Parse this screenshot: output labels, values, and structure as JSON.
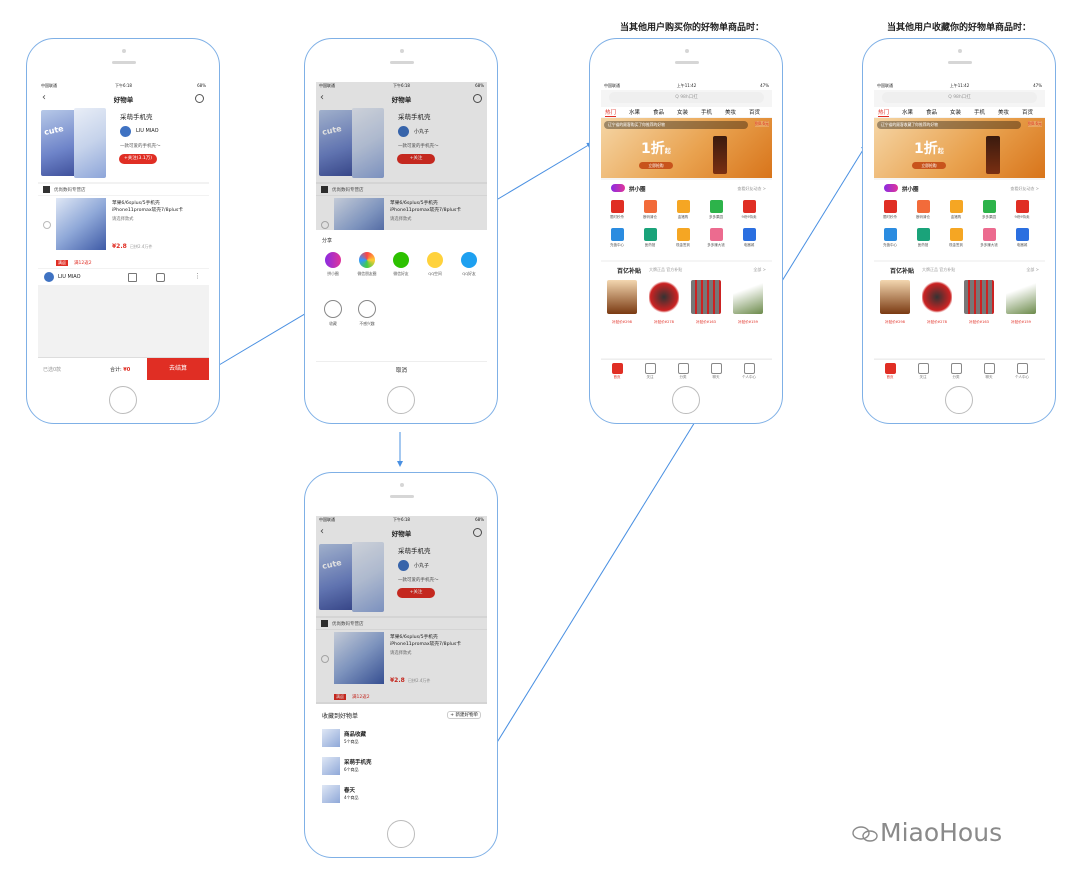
{
  "captions": {
    "purchase": "当其他用户购买你的好物单商品时：",
    "collect": "当其他用户收藏你的好物单商品时："
  },
  "status": {
    "carrier": "中国联通",
    "time_a": "下午6:18",
    "battery_a": "68%",
    "time_b": "上午11:42",
    "battery_b": "47%"
  },
  "list": {
    "title": "好物单",
    "name": "采萌手机壳",
    "user": "LIU MIAO",
    "desc": "一款可爱的手机壳～",
    "follow": "+关注(3.1万)",
    "cover_text": "cute",
    "shop": "优尚数码专营店",
    "item_l1": "苹果6/6splus/5手机壳",
    "item_l2": "iPhone11promax软壳7/8plus卡",
    "item_l3": "请选择款式",
    "price": "¥2.8",
    "sold": "已拼2.4万件",
    "promo_tag": "满返",
    "promo_text": "满12返2",
    "row_user": "LIU MIAO",
    "selected": "已选0款",
    "total_label": "合计:",
    "total": "¥0",
    "pay": "去结算"
  },
  "list_b": {
    "user": "小丸子",
    "follow": "+关注"
  },
  "share": {
    "title": "分享",
    "options": [
      "拼小圈",
      "微信朋友圈",
      "微信好友",
      "QQ空间",
      "QQ好友"
    ],
    "more": [
      "收藏",
      "不感兴趣"
    ],
    "cancel": "取消"
  },
  "collect_sheet": {
    "title": "收藏到好物单",
    "new": "+ 新建好物单",
    "lists": [
      {
        "name": "商品收藏",
        "count": "5个商品"
      },
      {
        "name": "采萌手机壳",
        "count": "6个商品"
      },
      {
        "name": "春天",
        "count": "4个商品"
      }
    ]
  },
  "home": {
    "search": "Q 98h口扛",
    "cats": [
      "热门",
      "水果",
      "食品",
      "女装",
      "手机",
      "美妆",
      "百货"
    ],
    "ticker_1": "辽宁省的顾客购买了你推荐的好物",
    "ticker_2": "辽宁省的顾客收藏了你推荐的好物",
    "banner_big": "1折",
    "banner_small": "起",
    "banner_btn": "立即抢购",
    "banner_corner": "到0.6元",
    "pxq": "拼小圈",
    "pxq_more": "查看好友动态 >",
    "grid": [
      "限时秒杀",
      "断码清仓",
      "金猪购",
      "多多果园",
      "9块9特卖",
      "充值中心",
      "医药馆",
      "现金签到",
      "多多赚大钱",
      "电器城"
    ],
    "byb": "百亿补贴",
    "byb_sub": "大牌正品 官方补贴",
    "all": "全部 >",
    "prices": [
      "补贴价¥298",
      "补贴价¥278",
      "补贴价¥163",
      "补贴价¥159"
    ],
    "tabs": [
      "首页",
      "关注",
      "分类",
      "聊天",
      "个人中心"
    ]
  },
  "watermark": "MiaoHous",
  "colors": {
    "accent": "#e02e24",
    "frame": "#7fb0e6",
    "connector": "#4a90e2"
  }
}
